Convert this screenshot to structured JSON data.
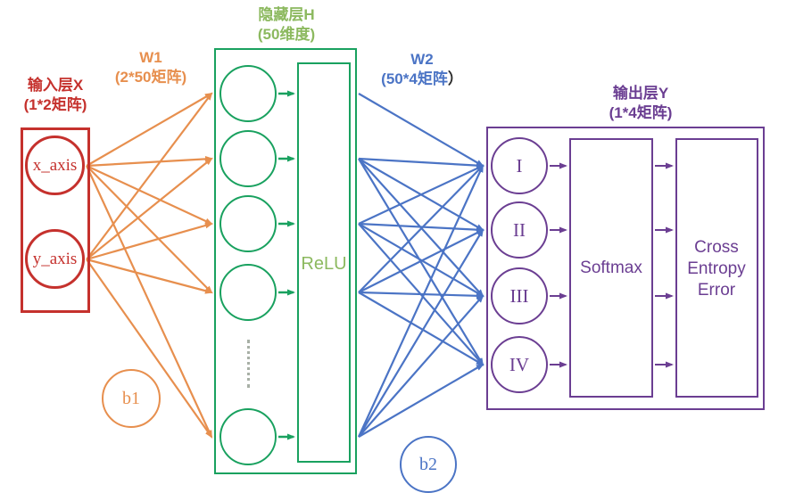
{
  "colors": {
    "red": "#c5312d",
    "orange": "#e78f4e",
    "green": "#19a15f",
    "green_label": "#8cb95f",
    "blue": "#4b74c5",
    "purple": "#6b3e92",
    "dark": "#2b2b2b"
  },
  "input_layer": {
    "title_line1": "输入层X",
    "title_line2": "(1*2矩阵)",
    "nodes": [
      {
        "label": "x_axis"
      },
      {
        "label": "y_axis"
      }
    ]
  },
  "w1": {
    "label_line1": "W1",
    "label_line2": "(2*50矩阵)",
    "bias_label": "b1"
  },
  "hidden_layer": {
    "title_line1": "隐藏层H",
    "title_line2": "(50维度)",
    "activation_label": "ReLU",
    "visible_node_count": 5
  },
  "w2": {
    "label_line1": "W2",
    "label_line2_main": "(50*4矩阵",
    "label_line2_paren": "）",
    "bias_label": "b2"
  },
  "output_layer": {
    "title_line1": "输出层Y",
    "title_line2": "(1*4矩阵)",
    "nodes": [
      "I",
      "II",
      "III",
      "IV"
    ],
    "softmax_label": "Softmax",
    "loss_lines": [
      "Cross",
      "Entropy",
      "Error"
    ]
  },
  "connections": {
    "w1_pairs": [
      [
        0,
        0
      ],
      [
        0,
        1
      ],
      [
        0,
        2
      ],
      [
        0,
        3
      ],
      [
        0,
        4
      ],
      [
        1,
        0
      ],
      [
        1,
        1
      ],
      [
        1,
        2
      ],
      [
        1,
        3
      ],
      [
        1,
        4
      ]
    ],
    "w2_pairs": [
      [
        0,
        0
      ],
      [
        1,
        0
      ],
      [
        1,
        1
      ],
      [
        1,
        2
      ],
      [
        1,
        3
      ],
      [
        2,
        0
      ],
      [
        2,
        1
      ],
      [
        2,
        2
      ],
      [
        2,
        3
      ],
      [
        3,
        0
      ],
      [
        3,
        1
      ],
      [
        3,
        2
      ],
      [
        3,
        3
      ],
      [
        4,
        0
      ],
      [
        4,
        1
      ],
      [
        4,
        2
      ],
      [
        4,
        3
      ]
    ]
  }
}
